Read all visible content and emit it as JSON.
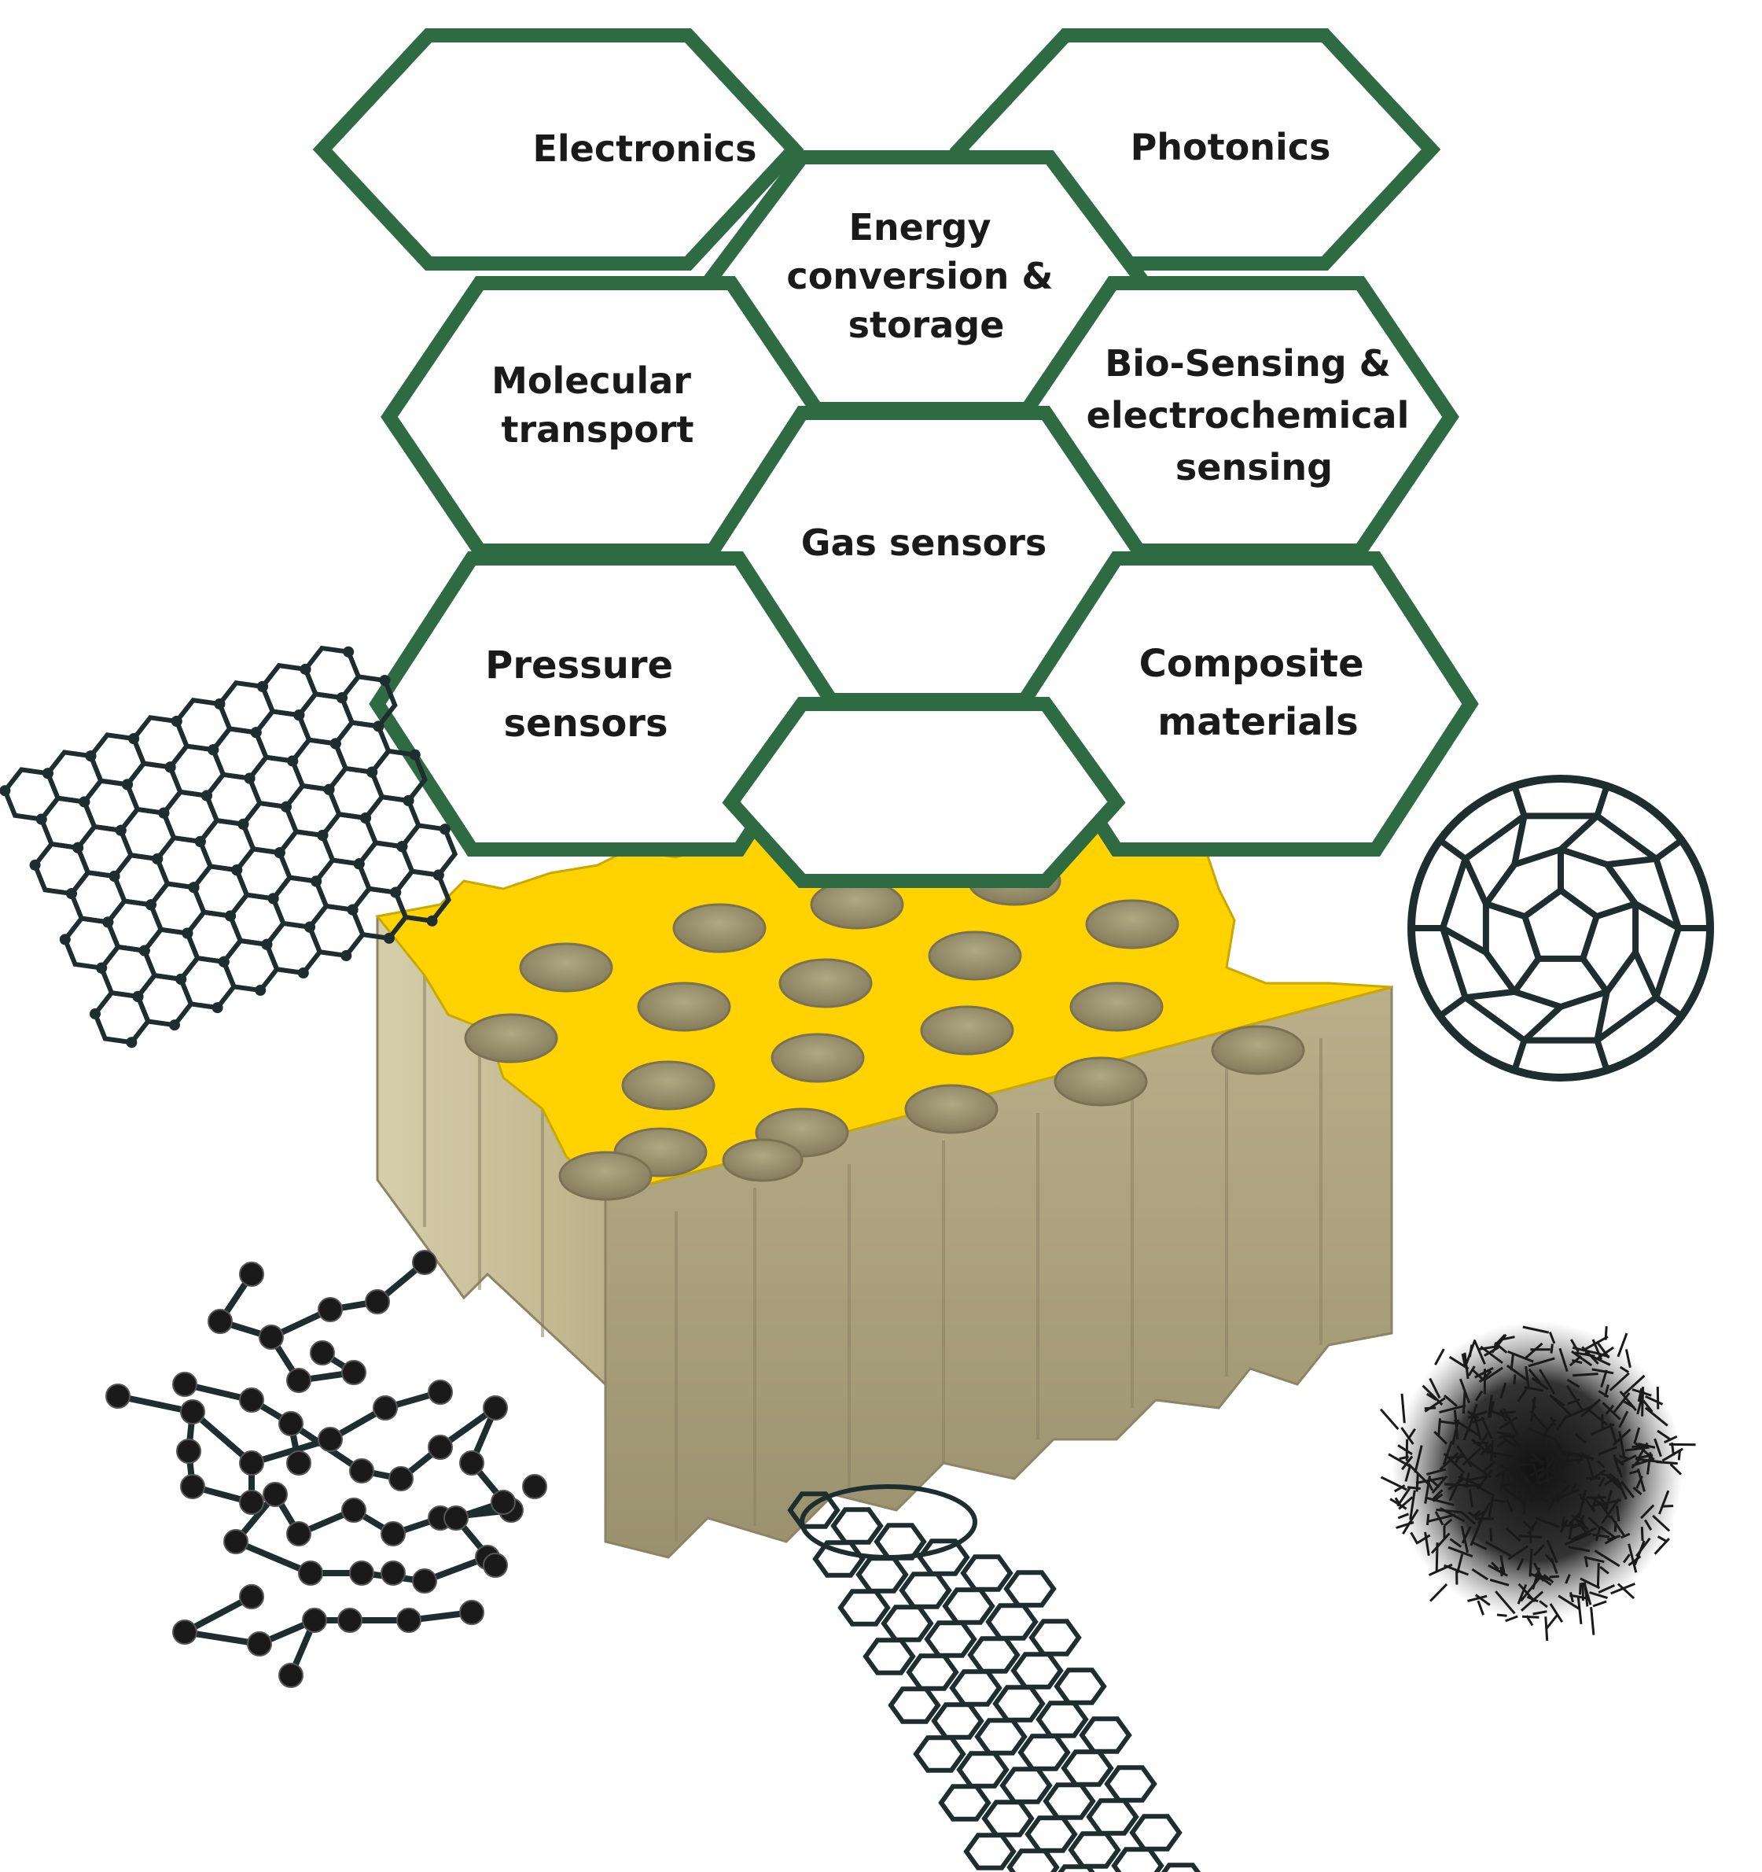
{
  "hexagons": {
    "electronics": {
      "lines": [
        "Electronics"
      ]
    },
    "photonics": {
      "lines": [
        "Photonics"
      ]
    },
    "energy": {
      "lines": [
        "Energy",
        "conversion &",
        "storage"
      ]
    },
    "molecular": {
      "lines": [
        "Molecular",
        "transport"
      ]
    },
    "biosensing": {
      "lines": [
        "Bio-Sensing &",
        "electrochemical",
        "sensing"
      ]
    },
    "gas": {
      "lines": [
        "Gas sensors"
      ]
    },
    "pressure": {
      "lines": [
        "Pressure",
        "sensors"
      ]
    },
    "composite": {
      "lines": [
        "Composite",
        "materials"
      ]
    }
  },
  "colors": {
    "hex_border": "#2e6b43",
    "membrane_top": "#ffd200",
    "membrane_side": "#c9c09a",
    "molecule": "#1e2e2e"
  },
  "illustrations": [
    "graphene-sheet",
    "fullerene",
    "diamond-lattice",
    "carbon-nanotube",
    "amorphous-carbon"
  ]
}
